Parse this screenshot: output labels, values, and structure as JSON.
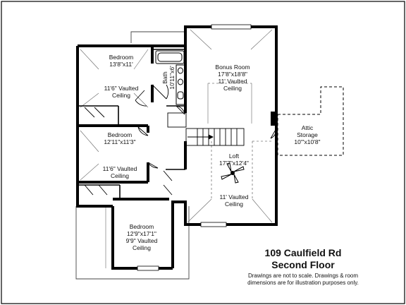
{
  "rooms": {
    "bedroom1": {
      "name": "Bedroom",
      "dims": "13'8\"x11'",
      "ceiling_1": "11'6\" Vaulted",
      "ceiling_2": "Ceiling"
    },
    "bath": {
      "name": "Bath",
      "dims": "10'11\"x6'"
    },
    "bonus": {
      "name": "Bonus Room",
      "dims": "17'8\"x18'8\"",
      "ceiling_1": "11' Vaulted",
      "ceiling_2": "Ceiling"
    },
    "bedroom2": {
      "name": "Bedroom",
      "dims": "12'11\"x11'3\"",
      "ceiling_1": "11'6\" Vaulted",
      "ceiling_2": "Ceiling"
    },
    "loft": {
      "name": "Loft",
      "dims": "17'7\"x12'4\"",
      "ceiling_1": "11' Vaulted",
      "ceiling_2": "Ceiling"
    },
    "attic": {
      "name_1": "Attic",
      "name_2": "Storage",
      "dims": "10'\"x10'8\""
    },
    "bedroom3": {
      "name": "Bedroom",
      "dims": "12'9\"x17'1\"",
      "ceiling_1": "9'9\" Vaulted",
      "ceiling_2": "Ceiling"
    }
  },
  "caption": {
    "address": "109 Caulfield Rd",
    "floor": "Second Floor",
    "note_1": "Drawings are not to scale. Drawings & room",
    "note_2": "dimensions are for illustration purposes only."
  }
}
